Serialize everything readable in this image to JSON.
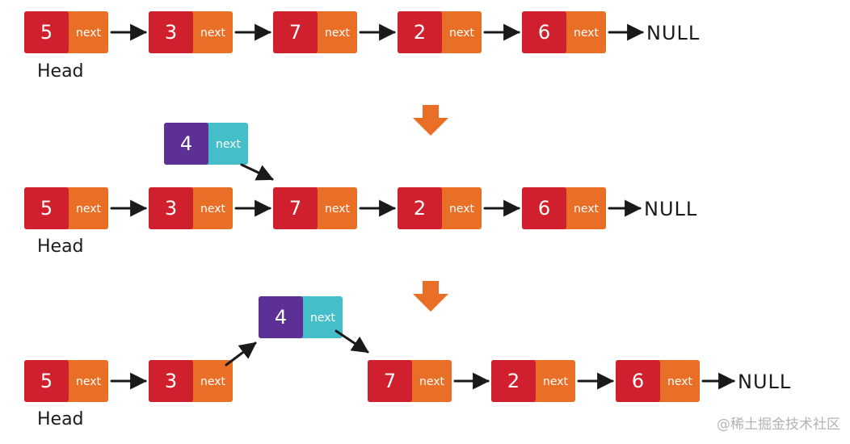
{
  "colors": {
    "value_cell": "#d1202d",
    "next_cell": "#ea6f26",
    "new_value_cell": "#5d3096",
    "new_next_cell": "#44bfc9",
    "down_arrow": "#ea6f26",
    "pointer": "#1a1a1a"
  },
  "labels": {
    "next": "next",
    "null": "NULL",
    "head": "Head"
  },
  "steps": [
    {
      "list": [
        "5",
        "3",
        "7",
        "2",
        "6"
      ],
      "head_label": "Head",
      "null_label": "NULL"
    },
    {
      "list": [
        "5",
        "3",
        "7",
        "2",
        "6"
      ],
      "new_node": "4",
      "head_label": "Head",
      "null_label": "NULL"
    },
    {
      "list": [
        "5",
        "3",
        "4",
        "7",
        "2",
        "6"
      ],
      "new_node": "4",
      "head_label": "Head",
      "null_label": "NULL"
    }
  ],
  "watermark": "@稀土掘金技术社区"
}
